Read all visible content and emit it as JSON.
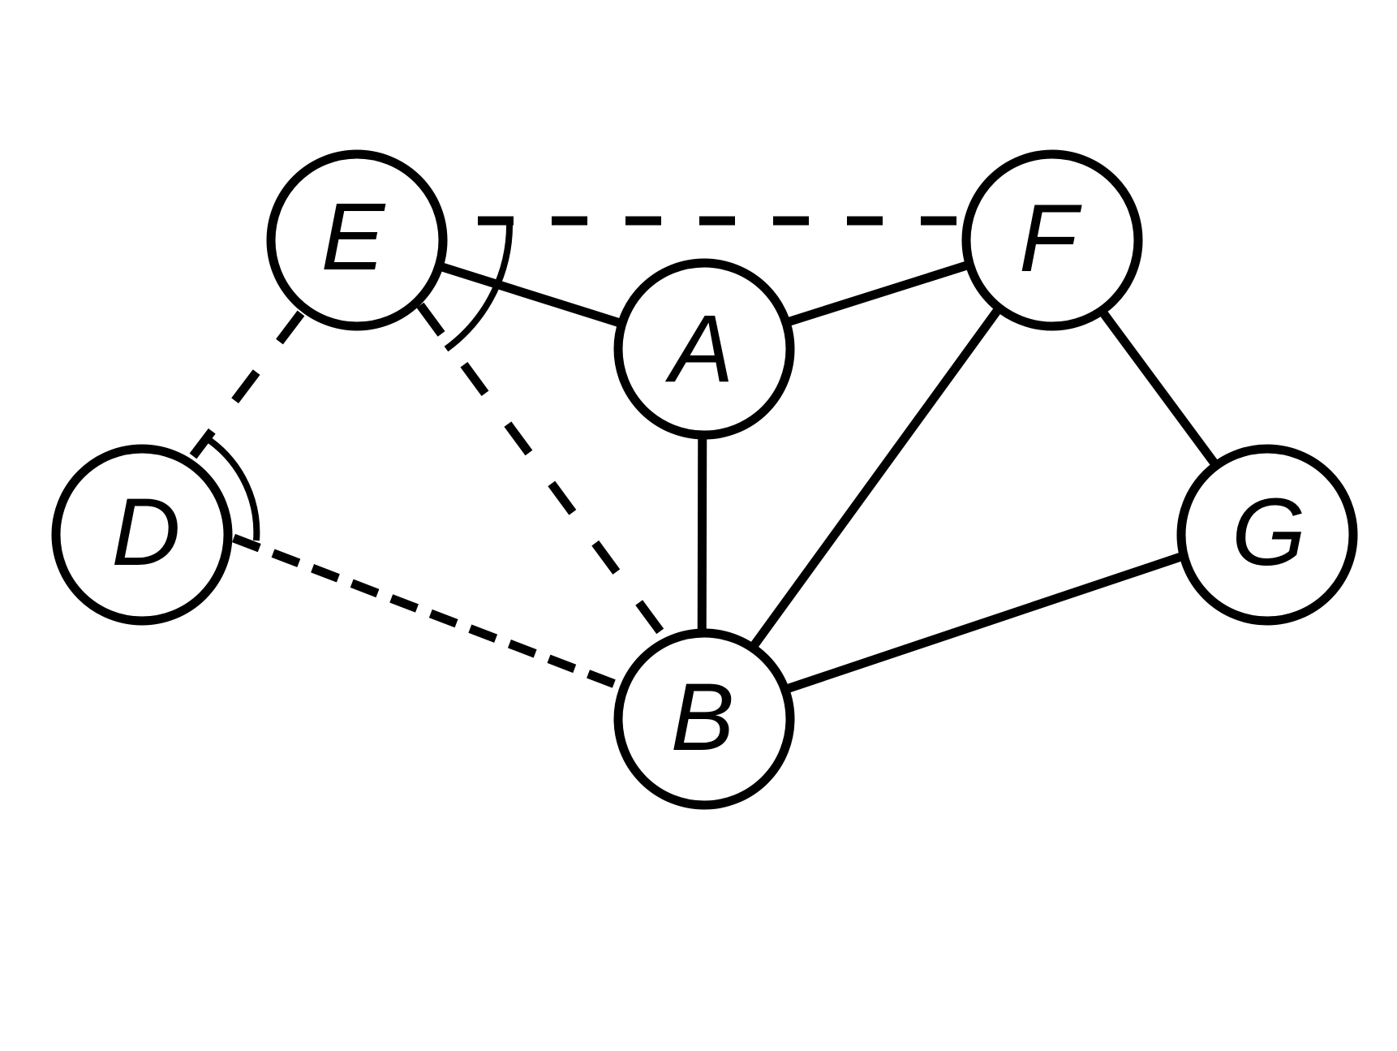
{
  "graph": {
    "nodes": [
      {
        "id": "E",
        "label": "E"
      },
      {
        "id": "F",
        "label": "F"
      },
      {
        "id": "A",
        "label": "A"
      },
      {
        "id": "D",
        "label": "D"
      },
      {
        "id": "G",
        "label": "G"
      },
      {
        "id": "B",
        "label": "B"
      }
    ],
    "edges": [
      {
        "from": "E",
        "to": "A",
        "style": "solid"
      },
      {
        "from": "A",
        "to": "F",
        "style": "solid"
      },
      {
        "from": "A",
        "to": "B",
        "style": "solid"
      },
      {
        "from": "F",
        "to": "B",
        "style": "solid"
      },
      {
        "from": "F",
        "to": "G",
        "style": "solid"
      },
      {
        "from": "G",
        "to": "B",
        "style": "solid"
      },
      {
        "from": "E",
        "to": "F",
        "style": "dashed"
      },
      {
        "from": "E",
        "to": "B",
        "style": "dashed"
      },
      {
        "from": "E",
        "to": "D",
        "style": "dashed"
      },
      {
        "from": "D",
        "to": "B",
        "style": "dashed"
      }
    ],
    "angle_marks": [
      {
        "at": "E",
        "between": [
          "F",
          "B"
        ]
      },
      {
        "at": "D",
        "between": [
          "E",
          "B"
        ]
      }
    ]
  }
}
